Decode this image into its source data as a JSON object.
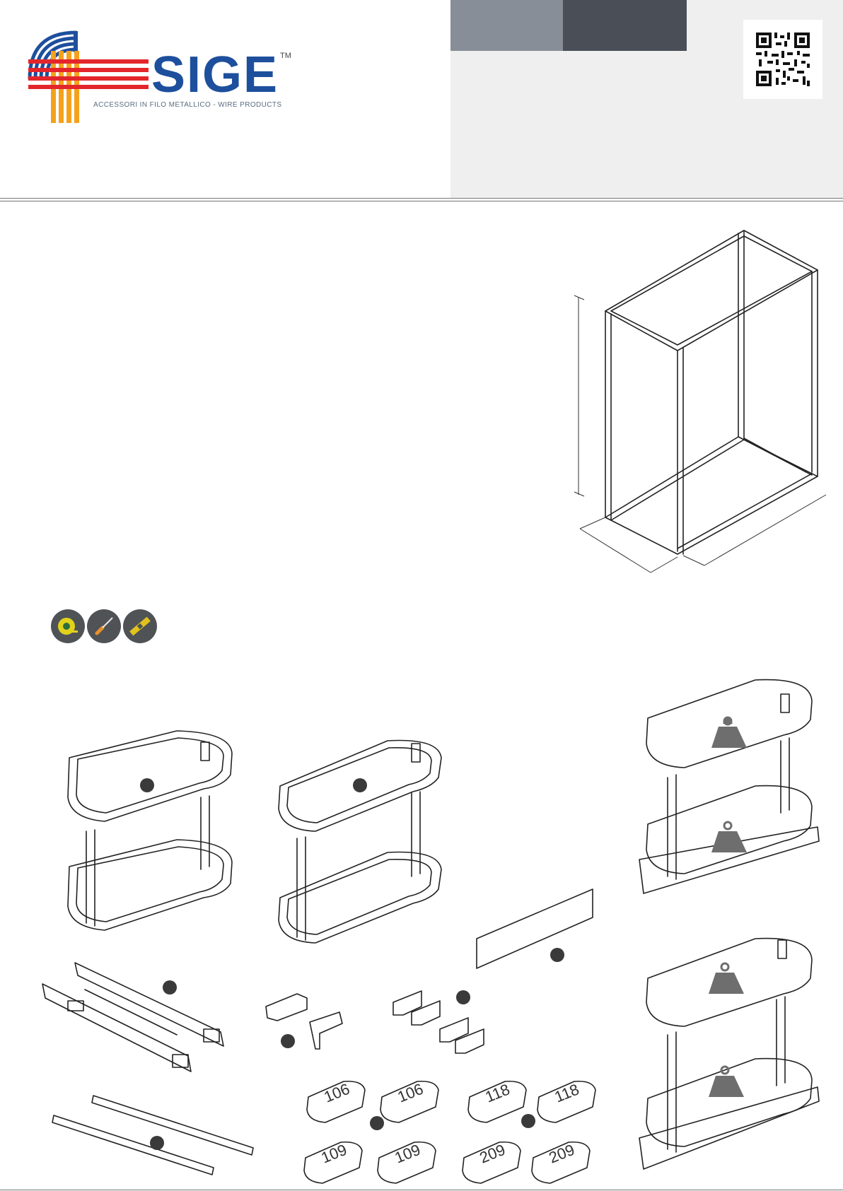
{
  "brand": {
    "name": "SIGE",
    "trademark": "TM",
    "tagline": "ACCESSORI IN FILO METALLICO - WIRE PRODUCTS"
  },
  "colors": {
    "tab_light": "#878e97",
    "tab_dark": "#4a4e57",
    "panel_gray": "#efefef",
    "brand_blue": "#1d4f9d",
    "brand_red": "#e3262b",
    "brand_orange": "#f4a21c",
    "badge": "#3a3a3a",
    "tool_bg": "#4f5356"
  },
  "tools": [
    {
      "icon": "tape-measure-icon"
    },
    {
      "icon": "screwdriver-icon"
    },
    {
      "icon": "spirit-level-icon"
    }
  ],
  "spacer_labels": [
    "106",
    "106",
    "109",
    "109",
    "118",
    "118",
    "209",
    "209"
  ]
}
